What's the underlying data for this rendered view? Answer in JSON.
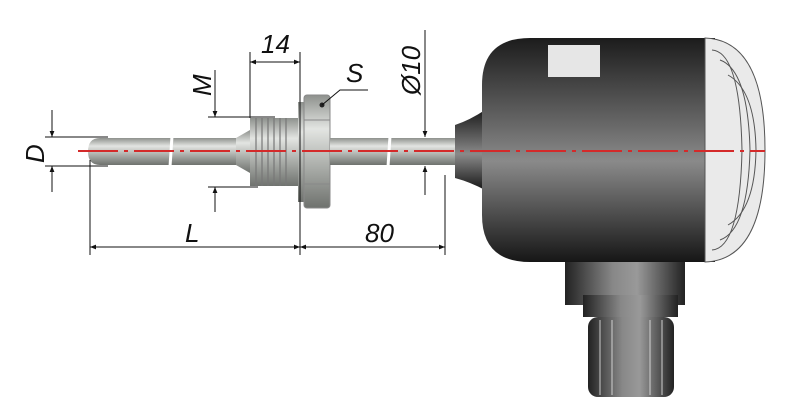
{
  "dimensions": {
    "probe_diameter": "D",
    "thread": "M",
    "thread_length": "14",
    "wrench_size": "S",
    "neck_diameter": "Ø10",
    "immersion_length": "L",
    "neck_length": "80"
  },
  "colors": {
    "axis_line": "#d42a2a",
    "metal": "#a9aca8",
    "housing": "#2b2b2b",
    "dimension_line": "#111111"
  }
}
